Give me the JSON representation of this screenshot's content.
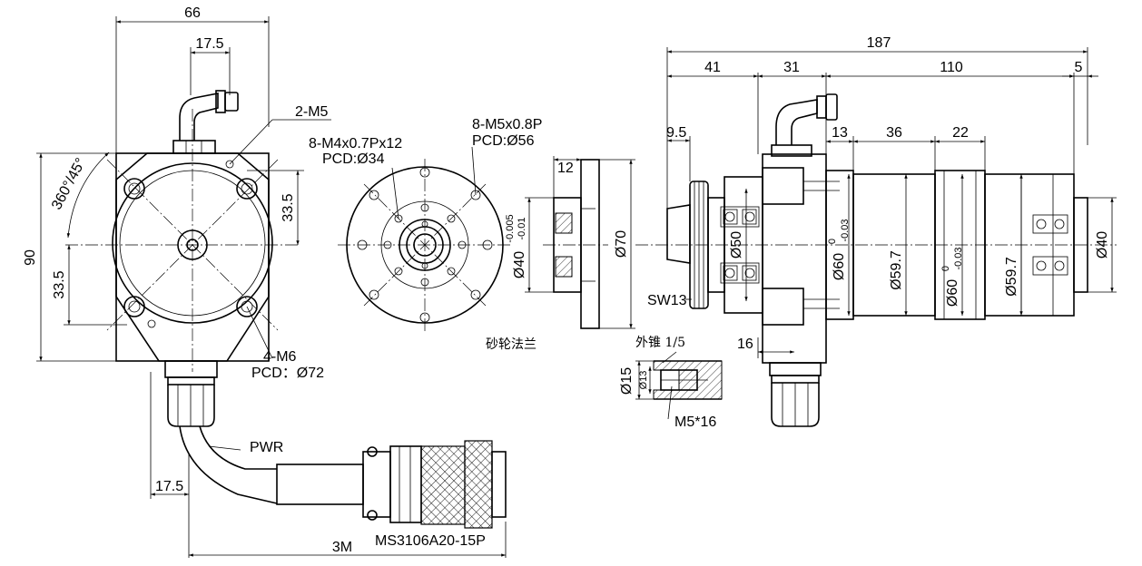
{
  "front_view": {
    "width_dim": "66",
    "port_offset_dim": "17.5",
    "height_dim": "90",
    "center_upper_dim": "33.5",
    "center_lower_dim": "33.5",
    "angle_label": "360°/45°",
    "top_hole_label": "2-M5",
    "mount_hole_label": "4-M6",
    "mount_pcd_label": "PCD：Ø72",
    "cable_offset_dim": "17.5",
    "power_label": "PWR",
    "cable_length_dim": "3M",
    "connector_label": "MS3106A20-15P"
  },
  "flange_view": {
    "inner_holes_label": "8-M4x0.7Px12",
    "inner_pcd_label": "PCD:Ø34",
    "outer_holes_label": "8-M5x0.8P",
    "outer_pcd_label": "PCD:Ø56",
    "caption": "砂轮法兰",
    "thickness_dim": "12",
    "spigot_dia": "Ø40",
    "spigot_tol_upper": "-0.005",
    "spigot_tol_lower": "-0.01",
    "flange_dia": "Ø70"
  },
  "taper_detail": {
    "taper_label": "外锥 1/5",
    "outer_dia": "Ø15",
    "inner_dia": "Ø13",
    "thread_label": "M5*16"
  },
  "side_view": {
    "overall_length": "187",
    "seg_41": "41",
    "seg_31": "31",
    "seg_110": "110",
    "seg_5": "5",
    "seg_9_5": "9.5",
    "seg_13": "13",
    "seg_36": "36",
    "seg_22": "22",
    "seg_16": "16",
    "wrench_label": "SW13",
    "dia_50": "Ø50",
    "dia_60a": "Ø60",
    "dia_60a_tol_upper": "0",
    "dia_60a_tol_lower": "-0.03",
    "dia_59_7a": "Ø59.7",
    "dia_60b": "Ø60",
    "dia_60b_tol_upper": "0",
    "dia_60b_tol_lower": "-0.03",
    "dia_59_7b": "Ø59.7",
    "dia_40": "Ø40"
  }
}
